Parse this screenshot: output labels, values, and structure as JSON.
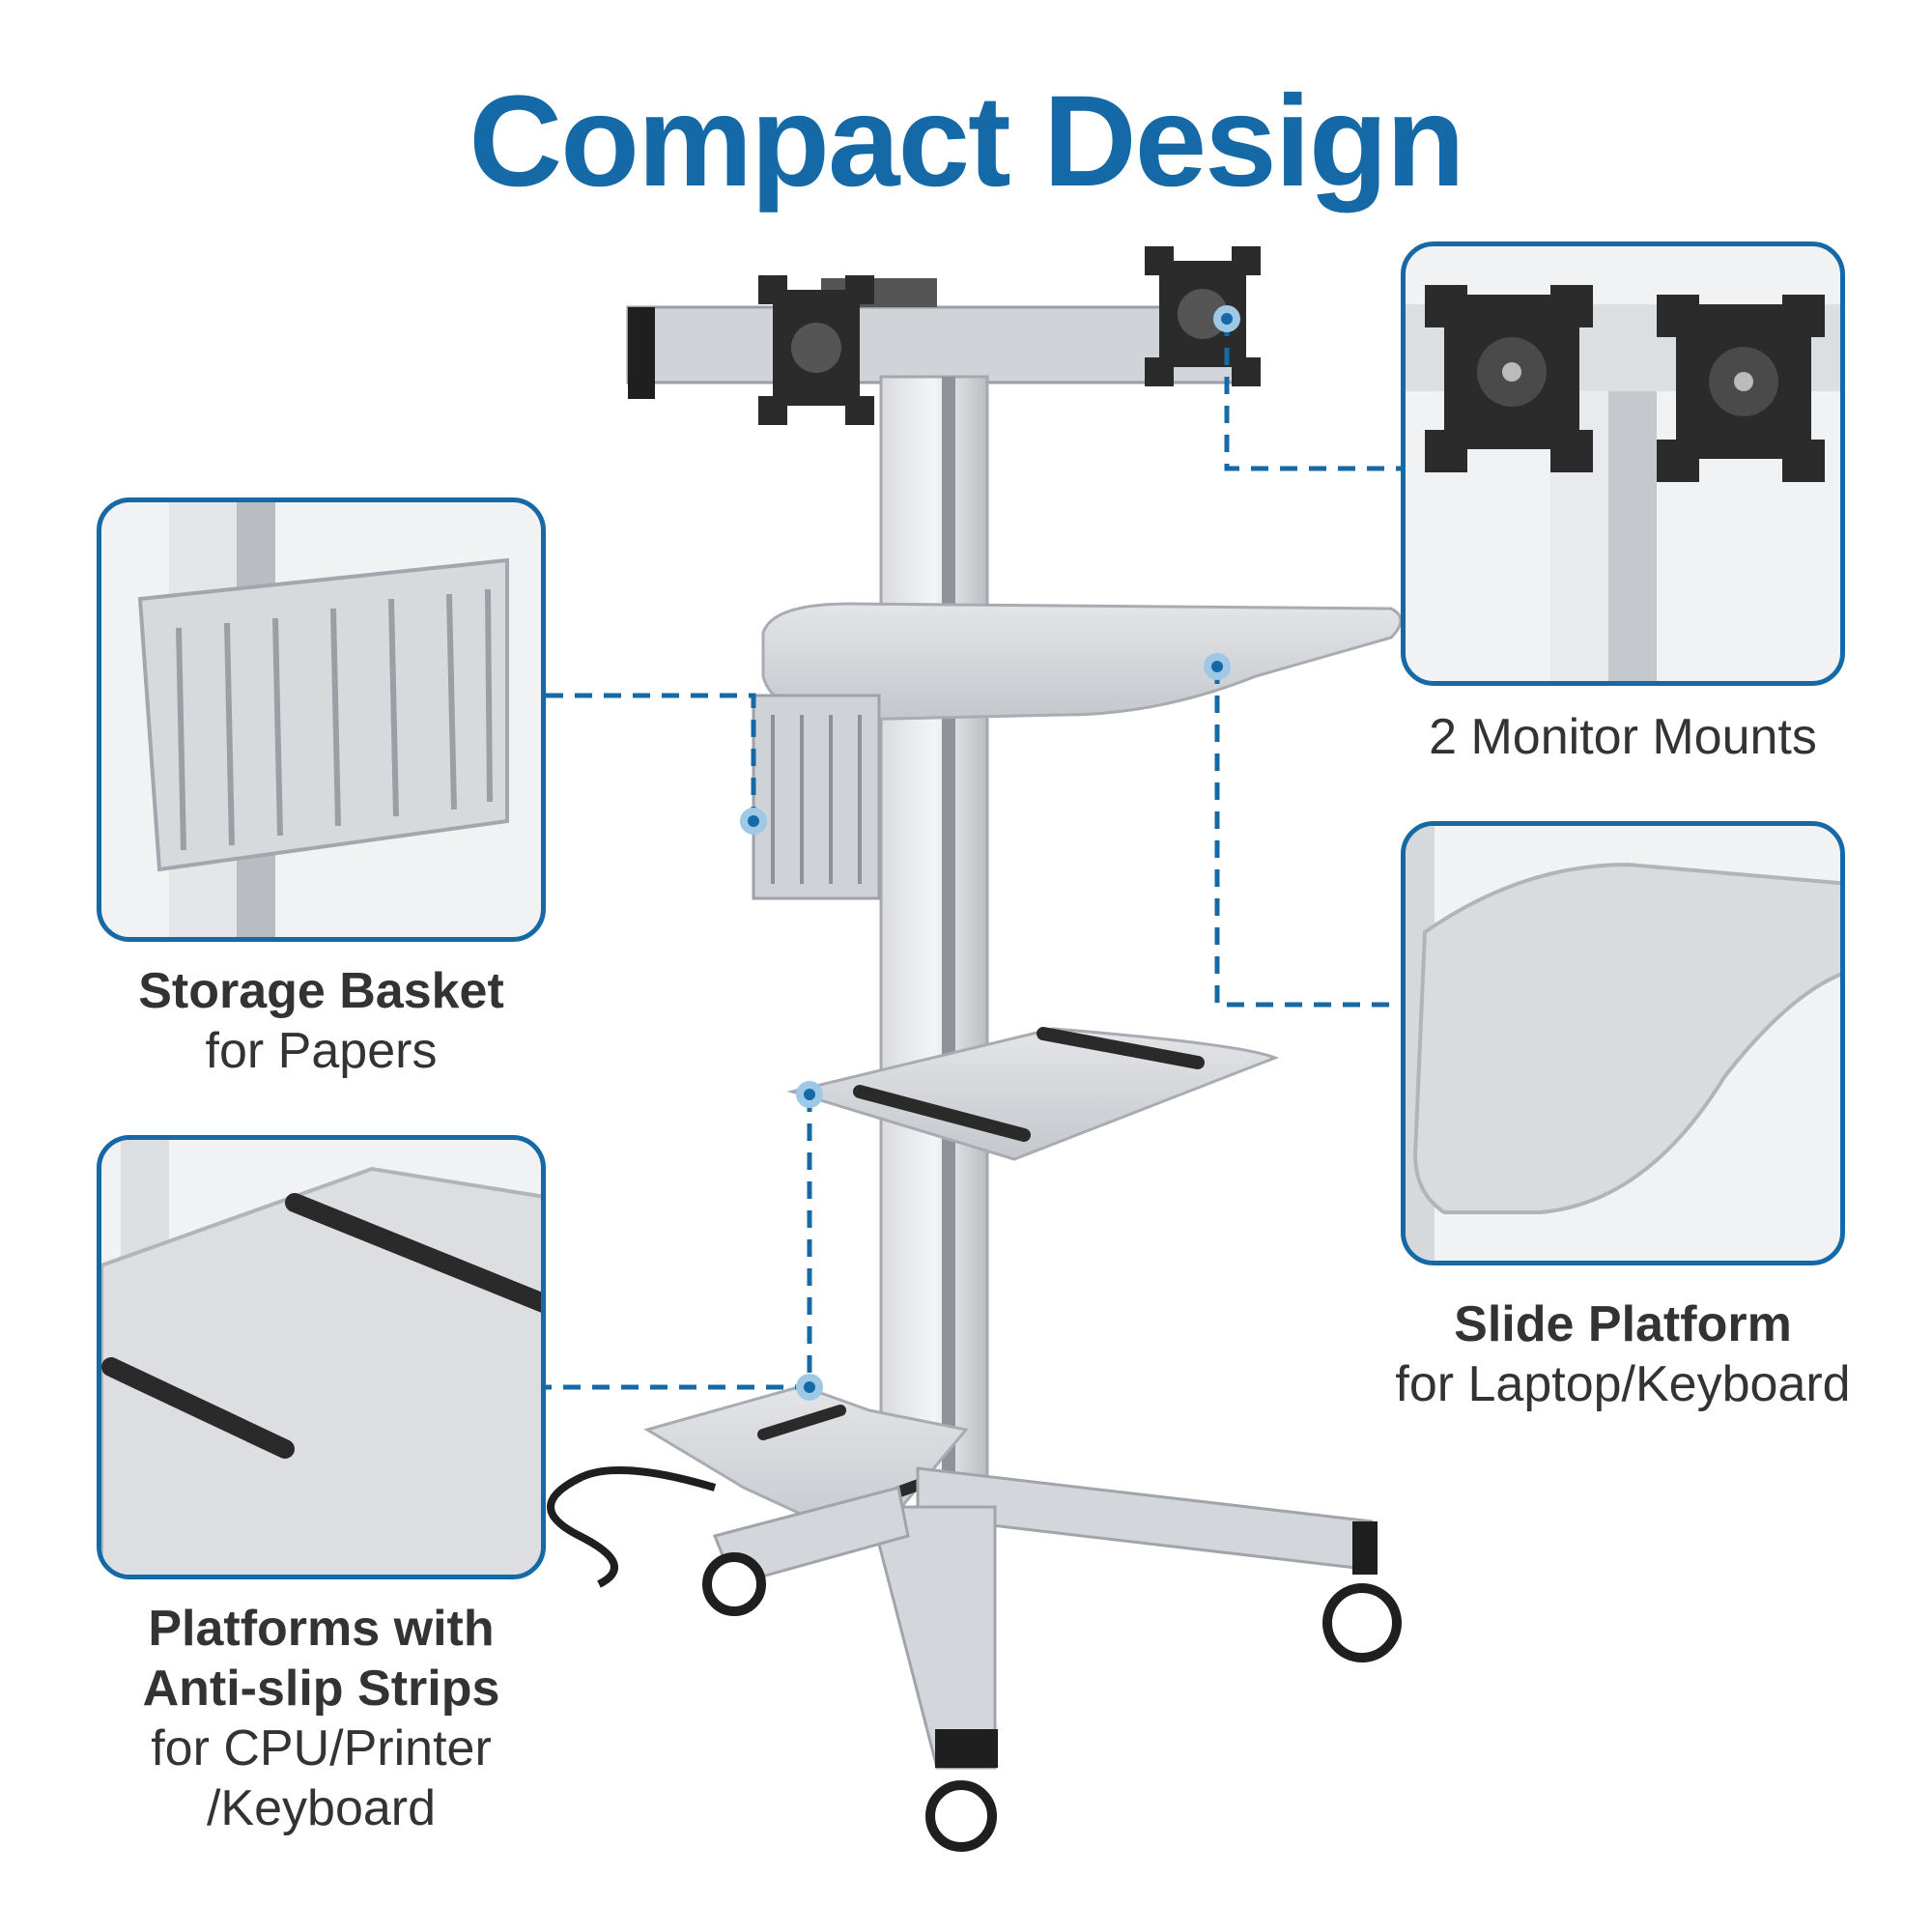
{
  "title": "Compact Design",
  "colors": {
    "accent": "#1469a6",
    "caption_text": "#333333",
    "metal": "#c9ccd0",
    "rubber": "#2a2a2a"
  },
  "callouts": {
    "monitor_mounts": {
      "label": "2 Monitor Mounts"
    },
    "storage_basket": {
      "label_strong": "Storage Basket",
      "label_light": "for Papers"
    },
    "slide_platform": {
      "label_strong": "Slide Platform",
      "label_light": "for Laptop/Keyboard"
    },
    "platforms": {
      "label_strong_1": "Platforms with",
      "label_strong_2": "Anti-slip Strips",
      "label_light_1": "for CPU/Printer",
      "label_light_2": "/Keyboard"
    }
  },
  "icons": [
    "vesa-mount-icon",
    "cart-illustration",
    "basket-illustration",
    "platform-illustration"
  ]
}
